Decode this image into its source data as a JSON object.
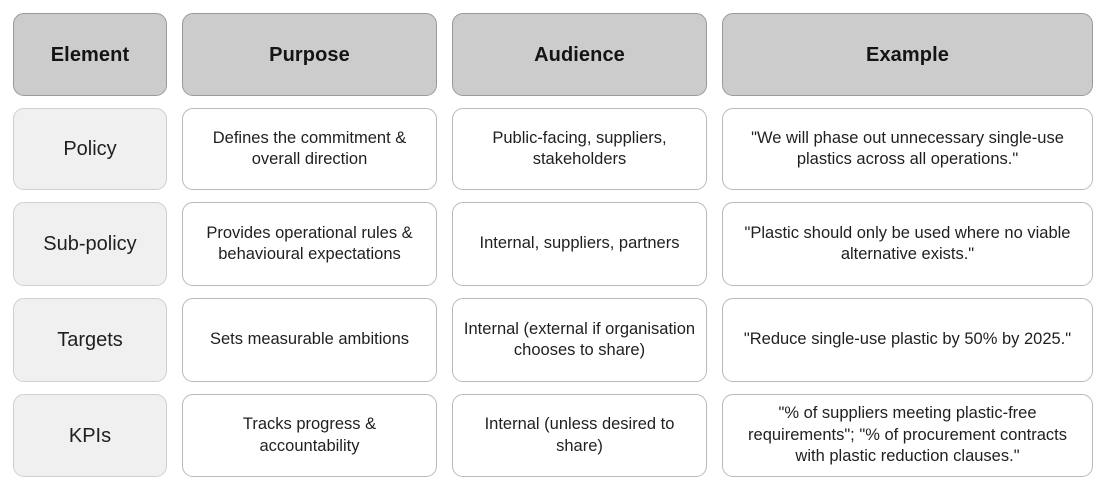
{
  "table": {
    "columns": [
      {
        "key": "element",
        "label": "Element"
      },
      {
        "key": "purpose",
        "label": "Purpose"
      },
      {
        "key": "audience",
        "label": "Audience"
      },
      {
        "key": "example",
        "label": "Example"
      }
    ],
    "rows": [
      {
        "element": "Policy",
        "purpose": "Defines the commitment & overall direction",
        "audience": "Public-facing, suppliers, stakeholders",
        "example": "\"We will phase out unnecessary single-use plastics across all operations.\""
      },
      {
        "element": "Sub-policy",
        "purpose": "Provides operational rules & behavioural expectations",
        "audience": "Internal, suppliers, partners",
        "example": "\"Plastic should only be used where no viable alternative exists.\""
      },
      {
        "element": "Targets",
        "purpose": "Sets measurable ambitions",
        "audience": "Internal (external if organisation chooses to share)",
        "example": "\"Reduce single-use plastic by 50% by 2025.\""
      },
      {
        "element": "KPIs",
        "purpose": "Tracks progress & accountability",
        "audience": "Internal (unless desired to share)",
        "example": "\"% of suppliers meeting plastic-free requirements\"; \"% of procurement contracts with plastic reduction clauses.\""
      }
    ]
  },
  "style": {
    "header_background": "#cccccc",
    "header_border": "#9a9a9a",
    "rowhead_background": "#f0f0f0",
    "rowhead_border": "#cfcfcf",
    "body_background": "#ffffff",
    "body_border": "#b9b9b9",
    "text_color": "#1f1f1f",
    "page_background": "#ffffff"
  }
}
